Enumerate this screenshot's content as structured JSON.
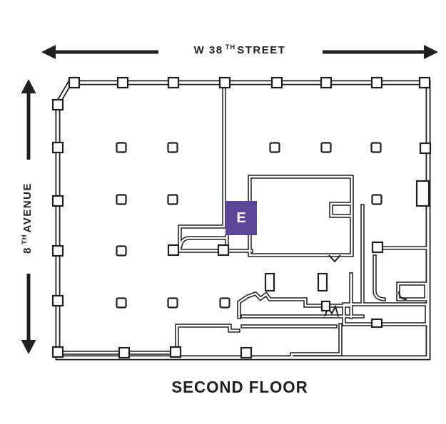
{
  "plan": {
    "floor_title": "SECOND FLOOR",
    "street_top": {
      "prefix": "W 38",
      "sup": "TH",
      "suffix": "STREET"
    },
    "avenue_left": {
      "num": "8",
      "sup": "TH",
      "name": "AVENUE"
    },
    "marker": {
      "label": "E",
      "color": "#5b4596",
      "text_color": "#ffffff"
    },
    "colors": {
      "ink": "#231f20",
      "background": "#ffffff"
    }
  }
}
